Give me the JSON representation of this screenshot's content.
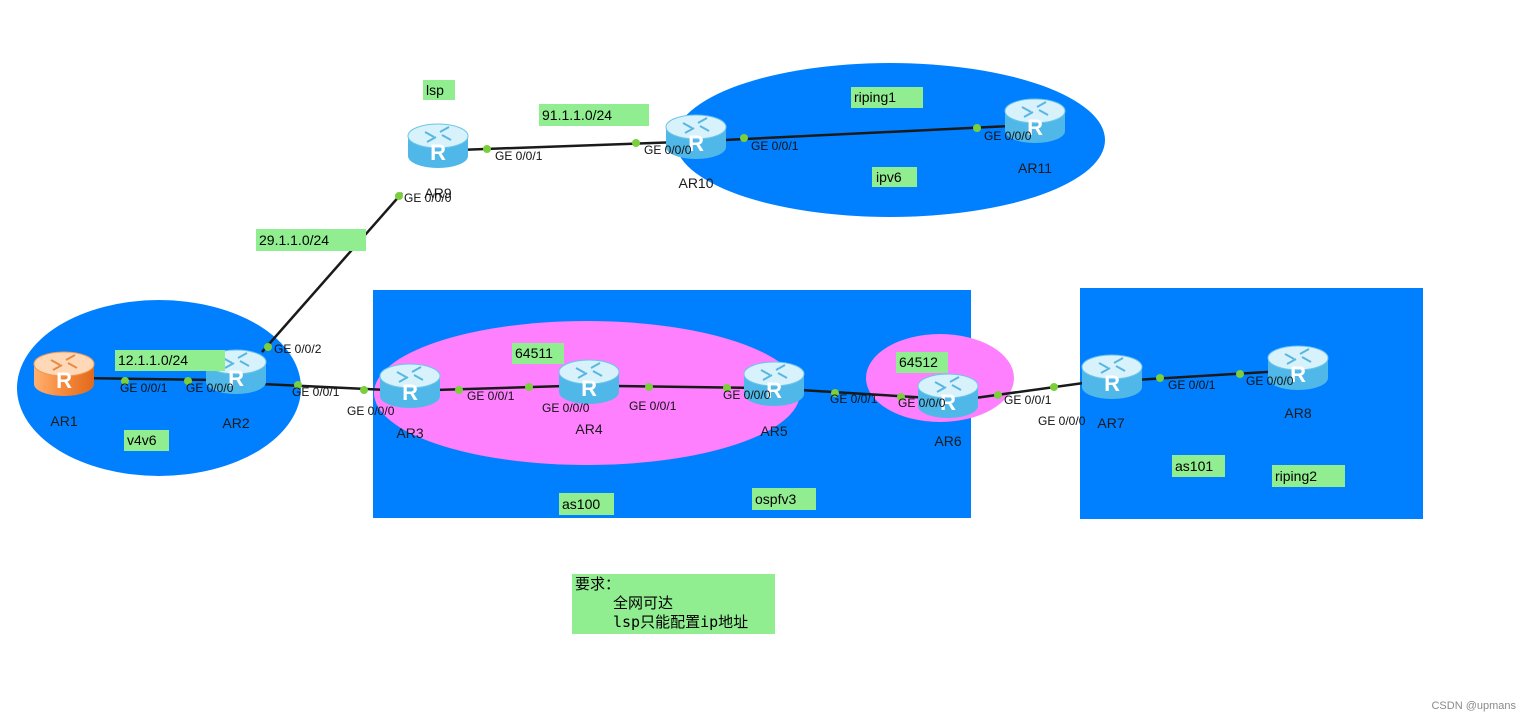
{
  "colors": {
    "area_blue": "#0080ff",
    "area_pink": "#ff80ff",
    "label_green": "#90ee90",
    "link": "#1a1a1a",
    "port_dot": "#7ccf3c",
    "router_blue_top": "#cdeefa",
    "router_blue_body": "#49b5e8",
    "router_orange_body": "#f5883a"
  },
  "areas": {
    "v4v6": "v4v6",
    "as100": "as100",
    "ospfv3": "ospfv3",
    "as101": "as101",
    "riping1": "riping1",
    "ipv6": "ipv6",
    "riping2": "riping2",
    "lsp": "lsp",
    "as_64511": "64511",
    "as_64512": "64512"
  },
  "subnets": {
    "s12": "12.1.1.0/24",
    "s29": "29.1.1.0/24",
    "s91": "91.1.1.0/24"
  },
  "routers": {
    "ar1": {
      "name": "AR1",
      "icon": "router-icon-orange"
    },
    "ar2": {
      "name": "AR2",
      "icon": "router-icon"
    },
    "ar3": {
      "name": "AR3",
      "icon": "router-icon"
    },
    "ar4": {
      "name": "AR4",
      "icon": "router-icon"
    },
    "ar5": {
      "name": "AR5",
      "icon": "router-icon"
    },
    "ar6": {
      "name": "AR6",
      "icon": "router-icon"
    },
    "ar7": {
      "name": "AR7",
      "icon": "router-icon"
    },
    "ar8": {
      "name": "AR8",
      "icon": "router-icon"
    },
    "ar9": {
      "name": "AR9",
      "icon": "router-icon"
    },
    "ar10": {
      "name": "AR10",
      "icon": "router-icon"
    },
    "ar11": {
      "name": "AR11",
      "icon": "router-icon"
    }
  },
  "ports": {
    "ar1_g001": "GE 0/0/1",
    "ar2_g000": "GE 0/0/0",
    "ar2_g002": "GE 0/0/2",
    "ar2_g001": "GE 0/0/1",
    "ar9_g000": "GE 0/0/0",
    "ar9_g001": "GE 0/0/1",
    "ar10_g000": "GE 0/0/0",
    "ar10_g001": "GE 0/0/1",
    "ar11_g000": "GE 0/0/0",
    "ar3_g000": "GE 0/0/0",
    "ar3_g001": "GE 0/0/1",
    "ar4_g000": "GE 0/0/0",
    "ar4_g001": "GE 0/0/1",
    "ar5_g000": "GE 0/0/0",
    "ar5_g001": "GE 0/0/1",
    "ar6_g000": "GE 0/0/0",
    "ar6_g001": "GE 0/0/1",
    "ar7_g000": "GE 0/0/0",
    "ar7_g001": "GE 0/0/1",
    "ar8_g000": "GE 0/0/0"
  },
  "note": {
    "heading": "要求：",
    "line1": "全网可达",
    "line2": "lsp只能配置ip地址"
  },
  "watermark": "CSDN @upmans"
}
